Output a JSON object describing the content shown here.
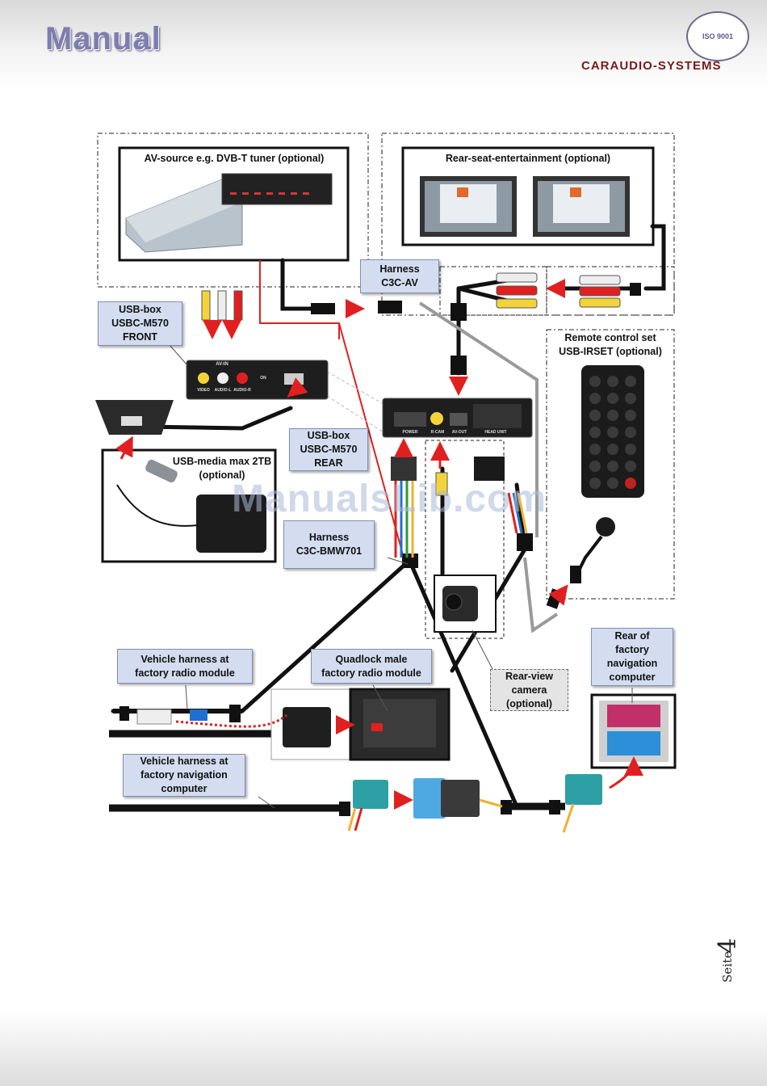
{
  "header": {
    "title": "Manual",
    "brand": "CARAUDIO-SYSTEMS",
    "badge": "ISO 9001"
  },
  "frames": {
    "av_source": "AV-source e.g. DVB-T tuner (optional)",
    "rse": "Rear-seat-entertainment (optional)",
    "remote": "Remote control set\nUSB-IRSET (optional)",
    "usb_media": "USB-media max 2TB\n(optional)"
  },
  "labels": {
    "harness_av": "Harness\nC3C-AV",
    "usb_front": "USB-box\nUSBC-M570\nFRONT",
    "usb_rear": "USB-box\nUSBC-M570\nREAR",
    "harness_bmw": "Harness\nC3C-BMW701",
    "vehicle_radio": "Vehicle harness at\nfactory radio module",
    "quadlock": "Quadlock male\nfactory radio module",
    "rear_camera": "Rear-view\ncamera\n(optional)",
    "rear_nav": "Rear of\nfactory\nnavigation\ncomputer",
    "vehicle_nav": "Vehicle harness at\nfactory navigation\ncomputer"
  },
  "device_text": {
    "front_ports": "AV-IN",
    "port_video": "VIDEO",
    "port_audio_l": "AUDIO-L",
    "port_audio_r": "AUDIO-R",
    "port_on": "ON",
    "rear_power": "POWER",
    "rear_rcam": "R-CAM",
    "rear_avout": "AV-OUT",
    "rear_headunit": "HEAD UNIT"
  },
  "watermark": "ManualsLib.com",
  "footer": {
    "page_word": "Seite",
    "page_number": "4"
  },
  "colors": {
    "label_fill": "#d3ddef",
    "arrow": "#e02020",
    "cable": "#111111",
    "title_purple": "#7d7db0"
  }
}
